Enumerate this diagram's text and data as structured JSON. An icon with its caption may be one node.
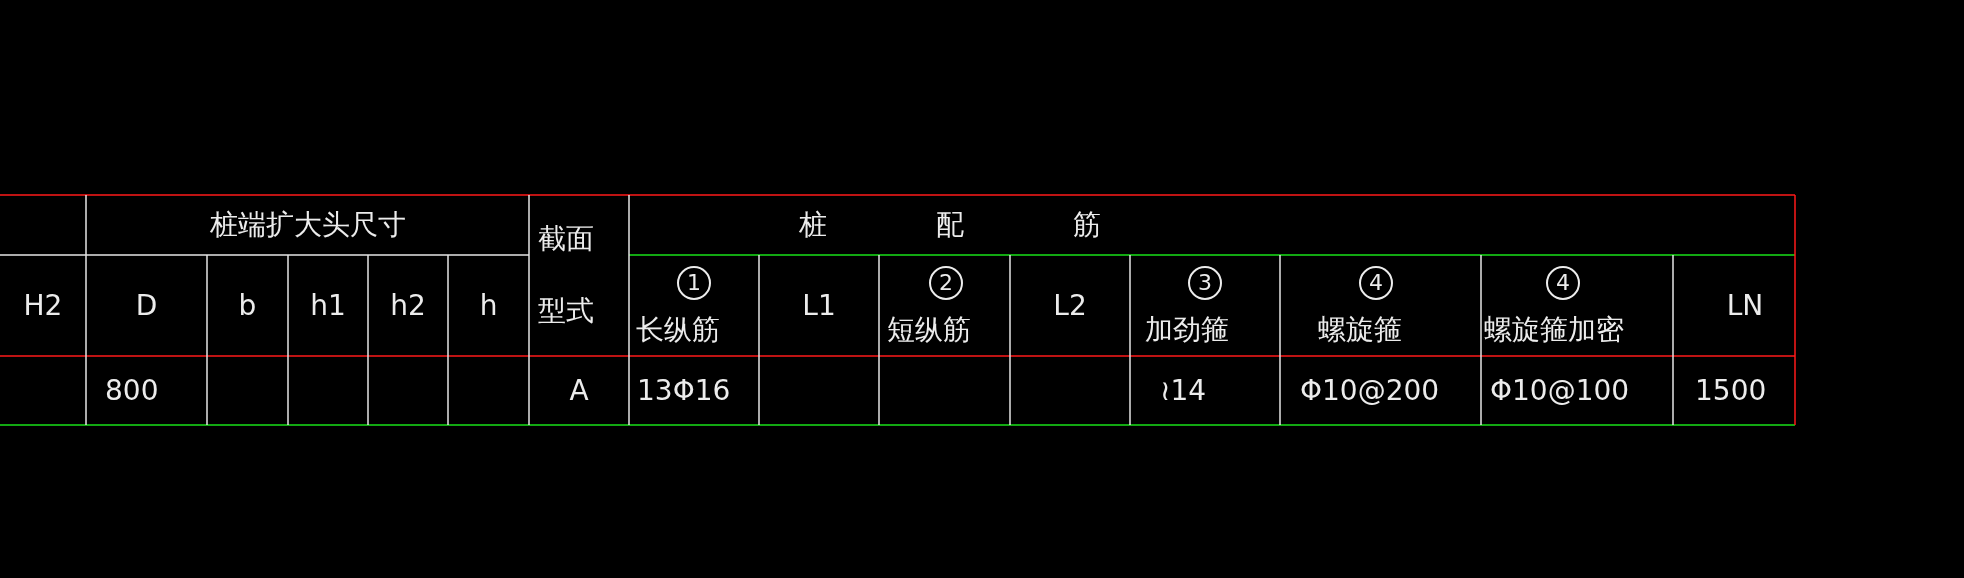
{
  "diagram": {
    "labels": [
      "桩端扩大头尺寸",
      "截面型式",
      "桩 配 筋",
      "H2",
      "D",
      "b",
      "h1",
      "h2",
      "h",
      "1",
      "长纵筋",
      "L1",
      "2",
      "短纵筋",
      "L2",
      "3",
      "加劲箍",
      "4",
      "螺旋箍",
      "4",
      "螺旋箍加密",
      "LN",
      "800",
      "A",
      "13Φ16",
      "≀14",
      "Φ10@200",
      "Φ10@100",
      "1500"
    ]
  }
}
